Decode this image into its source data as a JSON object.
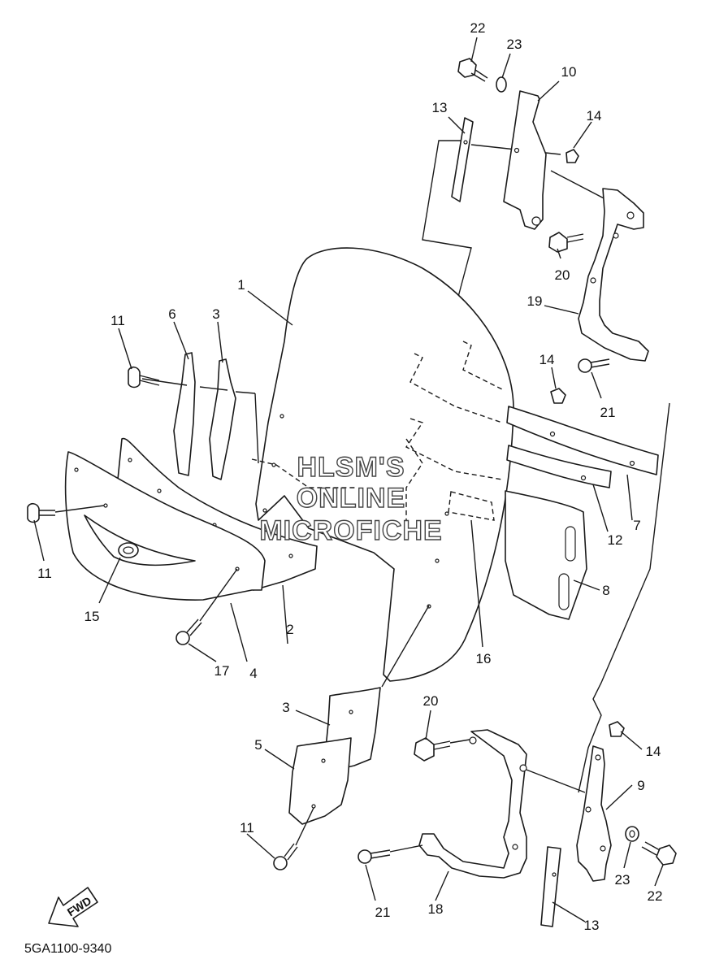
{
  "diagram": {
    "part_code": "5GA1100-9340",
    "fwd_label": "FWD",
    "watermark": [
      "HLSM'S",
      "ONLINE",
      "MICROFICHE"
    ],
    "callouts": {
      "c1": "1",
      "c2": "2",
      "c3a": "3",
      "c3b": "3",
      "c4": "4",
      "c5": "5",
      "c6": "6",
      "c7": "7",
      "c8": "8",
      "c9": "9",
      "c10": "10",
      "c11a": "11",
      "c11b": "11",
      "c11c": "11",
      "c12": "12",
      "c13a": "13",
      "c13b": "13",
      "c14a": "14",
      "c14b": "14",
      "c14c": "14",
      "c15": "15",
      "c16": "16",
      "c17": "17",
      "c18": "18",
      "c19": "19",
      "c20a": "20",
      "c20b": "20",
      "c21a": "21",
      "c21b": "21",
      "c22a": "22",
      "c22b": "22",
      "c23a": "23",
      "c23b": "23"
    }
  }
}
